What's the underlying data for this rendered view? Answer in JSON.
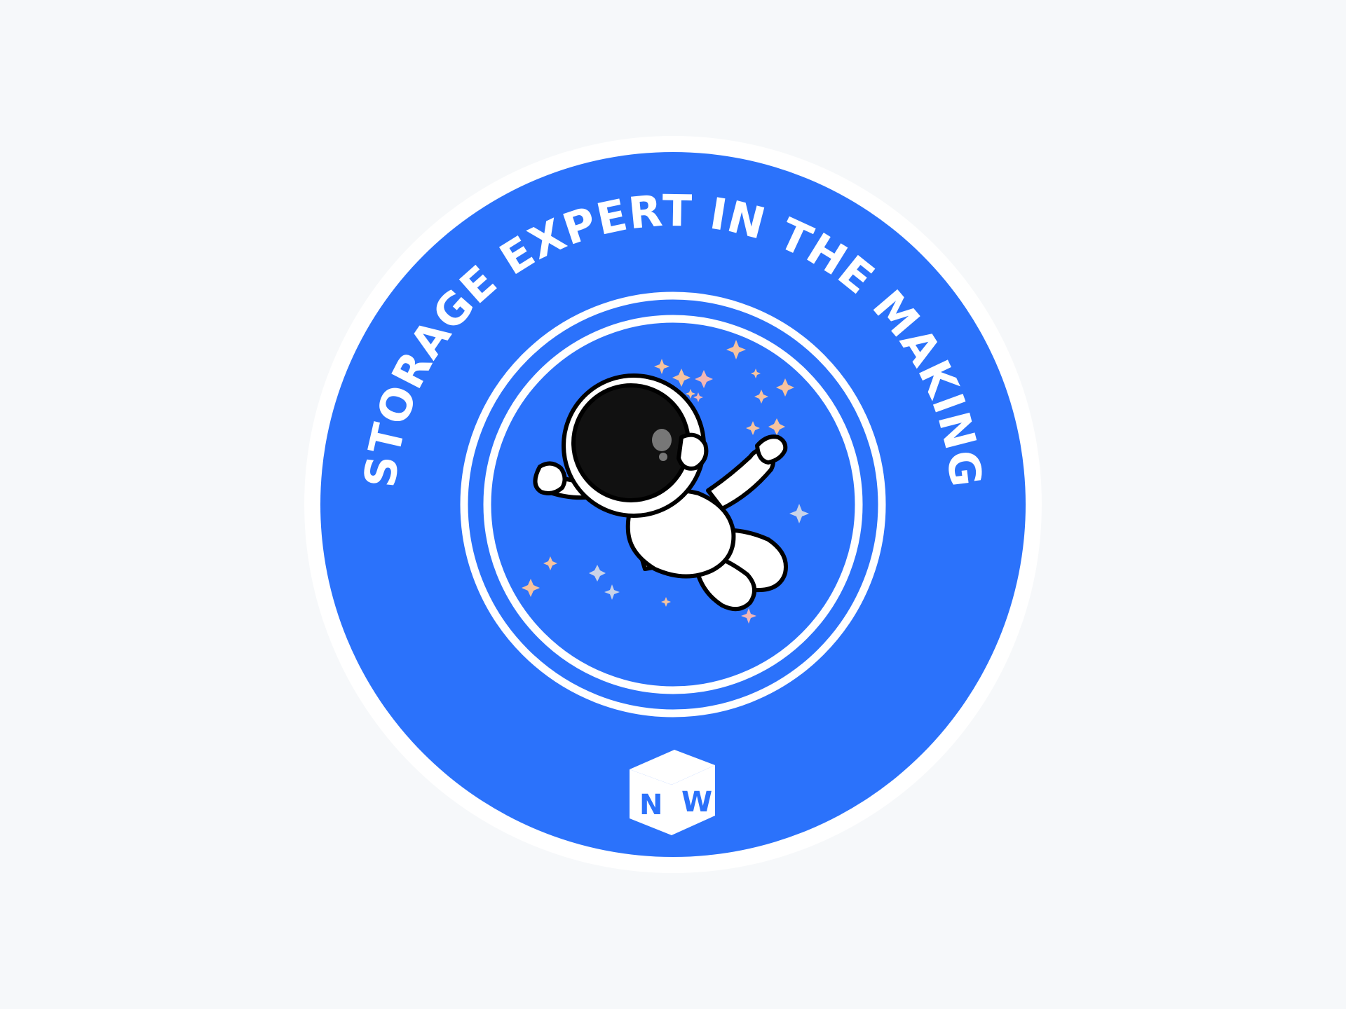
{
  "badge": {
    "title": "STORAGE EXPERT IN THE MAKING",
    "logo_letters": [
      "N",
      "W"
    ],
    "colors": {
      "background": "#f6f8fa",
      "badge_blue": "#2b72fb",
      "outer_ring": "#ffffff",
      "text": "#ffffff",
      "stars": [
        "#f6c39f",
        "#f2b6b6",
        "#c9d3e8"
      ]
    },
    "icons": {
      "illustration": "astronaut-icon",
      "logo": "nw-cube-logo-icon",
      "decoration": "sparkle-star-icon"
    }
  }
}
